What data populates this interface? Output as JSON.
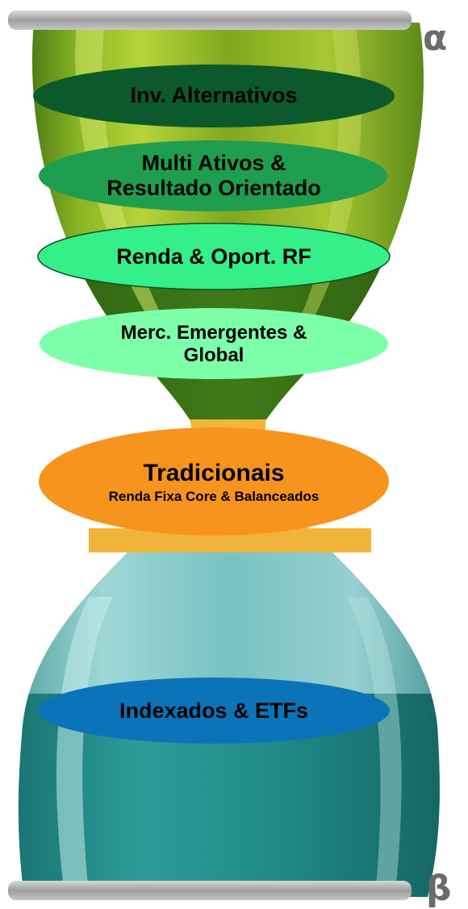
{
  "axis": {
    "top_symbol": "α",
    "bottom_symbol": "β"
  },
  "categories": [
    {
      "id": "alternativos",
      "label": "Inv. Alternativos",
      "color": "#0b5d2f"
    },
    {
      "id": "multi_ativos",
      "line1": "Multi Ativos &",
      "line2": "Resultado Orientado",
      "color": "#1e9e4f"
    },
    {
      "id": "renda_oport",
      "label": "Renda & Oport. RF",
      "color": "#33ee88"
    },
    {
      "id": "emergentes",
      "line1": "Merc. Emergentes &",
      "line2": "Global",
      "color": "#77ffaa"
    },
    {
      "id": "tradicionais",
      "title": "Tradicionais",
      "subtitle": "Renda Fixa Core & Balanceados",
      "color": "#f7941d"
    },
    {
      "id": "indexados",
      "label": "Indexados & ETFs",
      "color": "#0b74b8"
    }
  ],
  "colors": {
    "frame": "#b3b3b3",
    "top_sand_dark": "#2f6b14",
    "top_sand_light": "#a9c932",
    "neck": "#f2b63a",
    "bottom_light": "#7ec9c9",
    "bottom_dark": "#1f8a88"
  }
}
